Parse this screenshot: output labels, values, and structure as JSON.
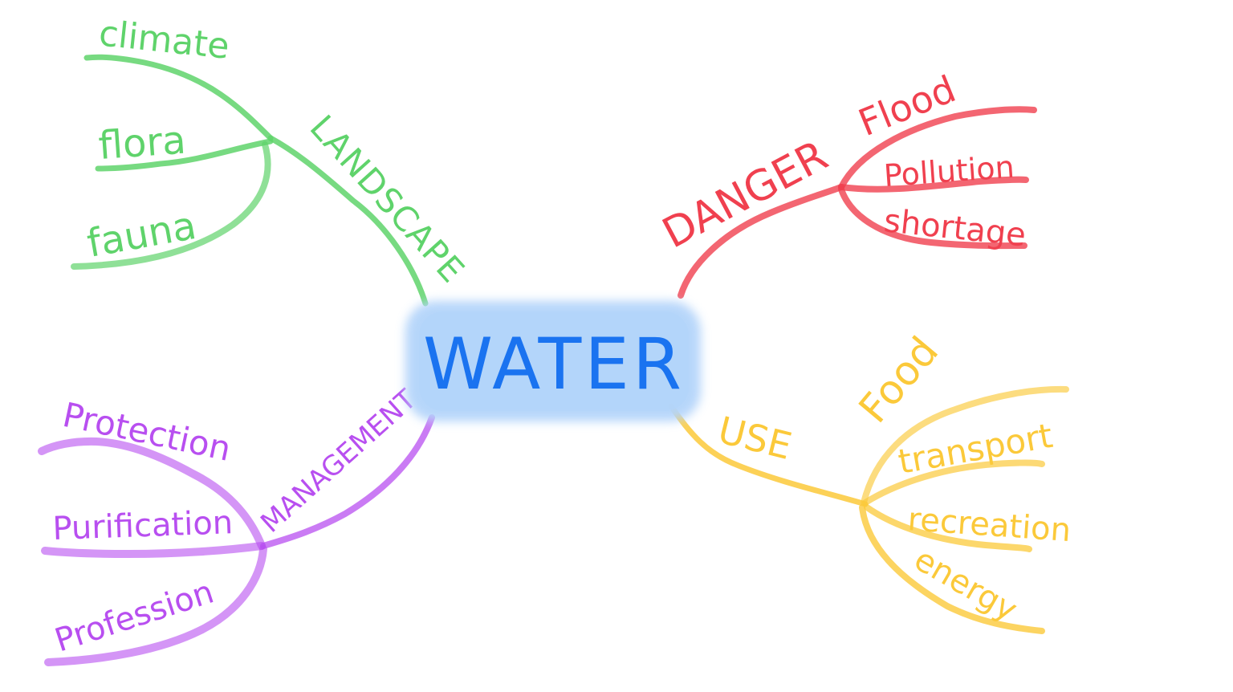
{
  "center": {
    "label": "WATER",
    "text_color": "#1a73f0",
    "fill_color": "#b3d4fa"
  },
  "branches": [
    {
      "id": "landscape",
      "label": "LANDSCAPE",
      "color": "#5fd36b",
      "children": [
        "climate",
        "flora",
        "fauna"
      ]
    },
    {
      "id": "danger",
      "label": "DANGER",
      "color": "#f0404f",
      "children": [
        "Flood",
        "Pollution",
        "shortage"
      ]
    },
    {
      "id": "use",
      "label": "USE",
      "color": "#fbc93a",
      "children": [
        "Food",
        "transport",
        "recreation",
        "energy"
      ]
    },
    {
      "id": "management",
      "label": "MANAGEMENT",
      "color": "#b84ff0",
      "children": [
        "Protection",
        "Purification",
        "Profession"
      ]
    }
  ]
}
